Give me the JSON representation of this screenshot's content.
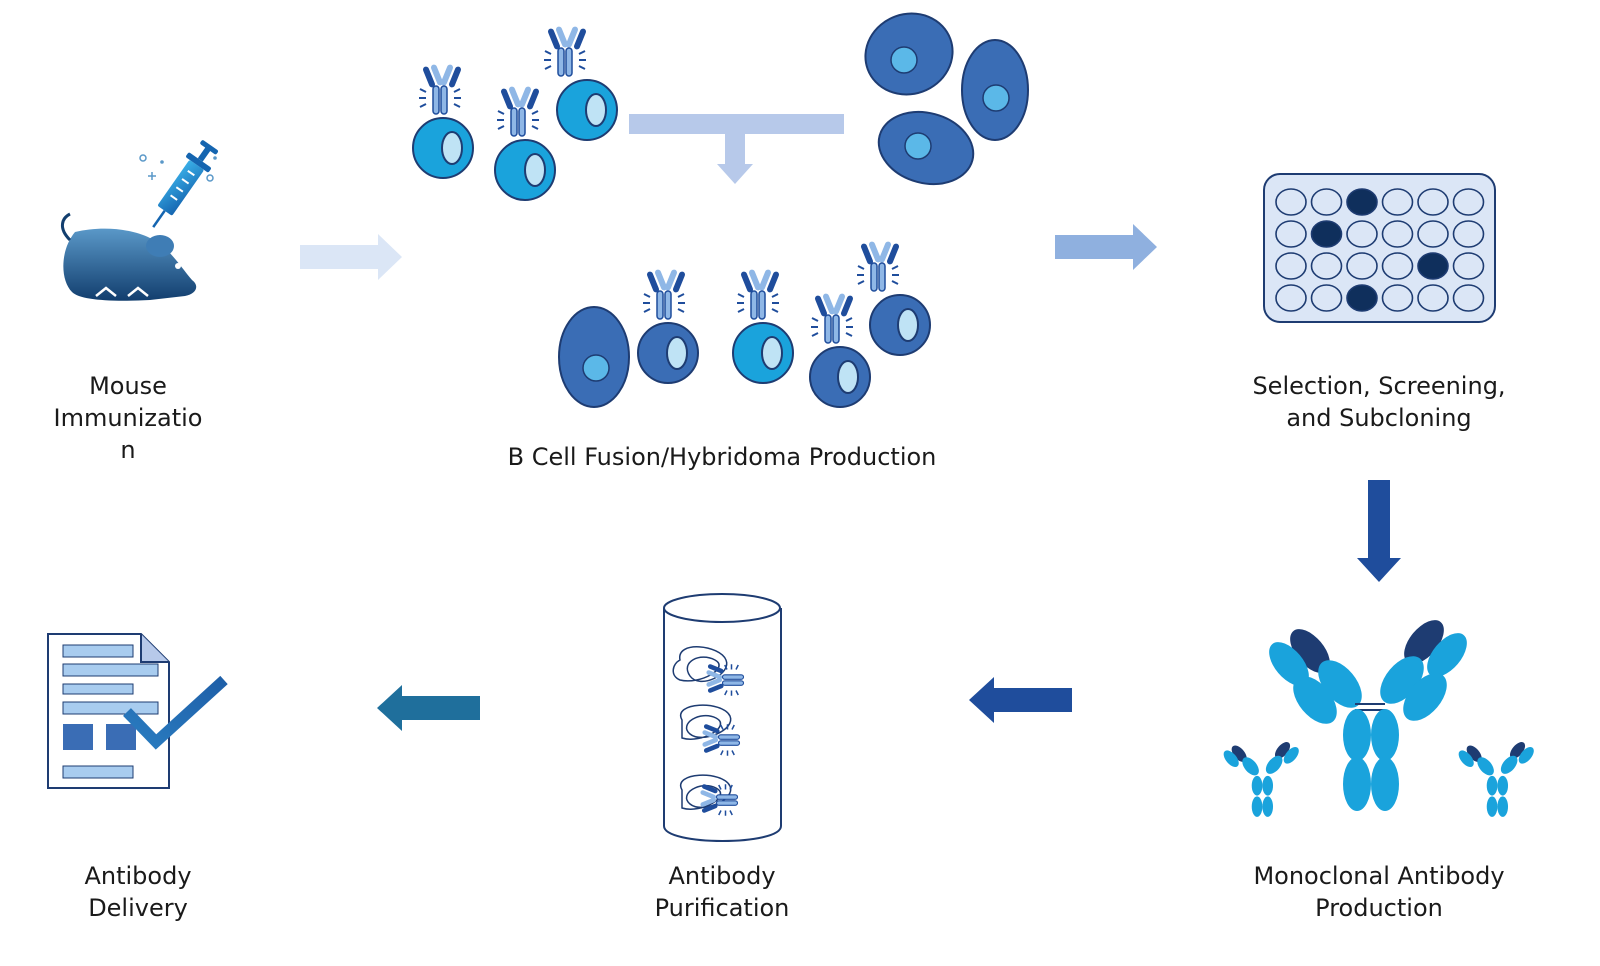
{
  "steps": {
    "immunization": {
      "lines": [
        "Mouse",
        "Immunizatio",
        "n"
      ]
    },
    "fusion": {
      "lines": [
        "B Cell Fusion/Hybridoma Production"
      ]
    },
    "selection": {
      "lines": [
        "Selection, Screening,",
        "and Subcloning"
      ]
    },
    "production": {
      "lines": [
        "Monoclonal Antibody",
        "Production"
      ]
    },
    "purification": {
      "lines": [
        "Antibody",
        "Purification"
      ]
    },
    "delivery": {
      "lines": [
        "Antibody",
        "Delivery"
      ]
    }
  },
  "colors": {
    "light_blue": "#5bb8e8",
    "cyan": "#1aa3dc",
    "royal": "#3a6db5",
    "navy": "#1f4d9c",
    "dark": "#1e3c72",
    "pale_arrow": "#dbe6f6",
    "mid_arrow": "#8fb0df",
    "teal_arrow": "#1f6f9c"
  },
  "icons": {
    "mouse": "mouse-icon",
    "syringe": "syringe-icon",
    "plate": "well-plate-icon",
    "column": "purification-column-icon",
    "document": "document-check-icon"
  }
}
